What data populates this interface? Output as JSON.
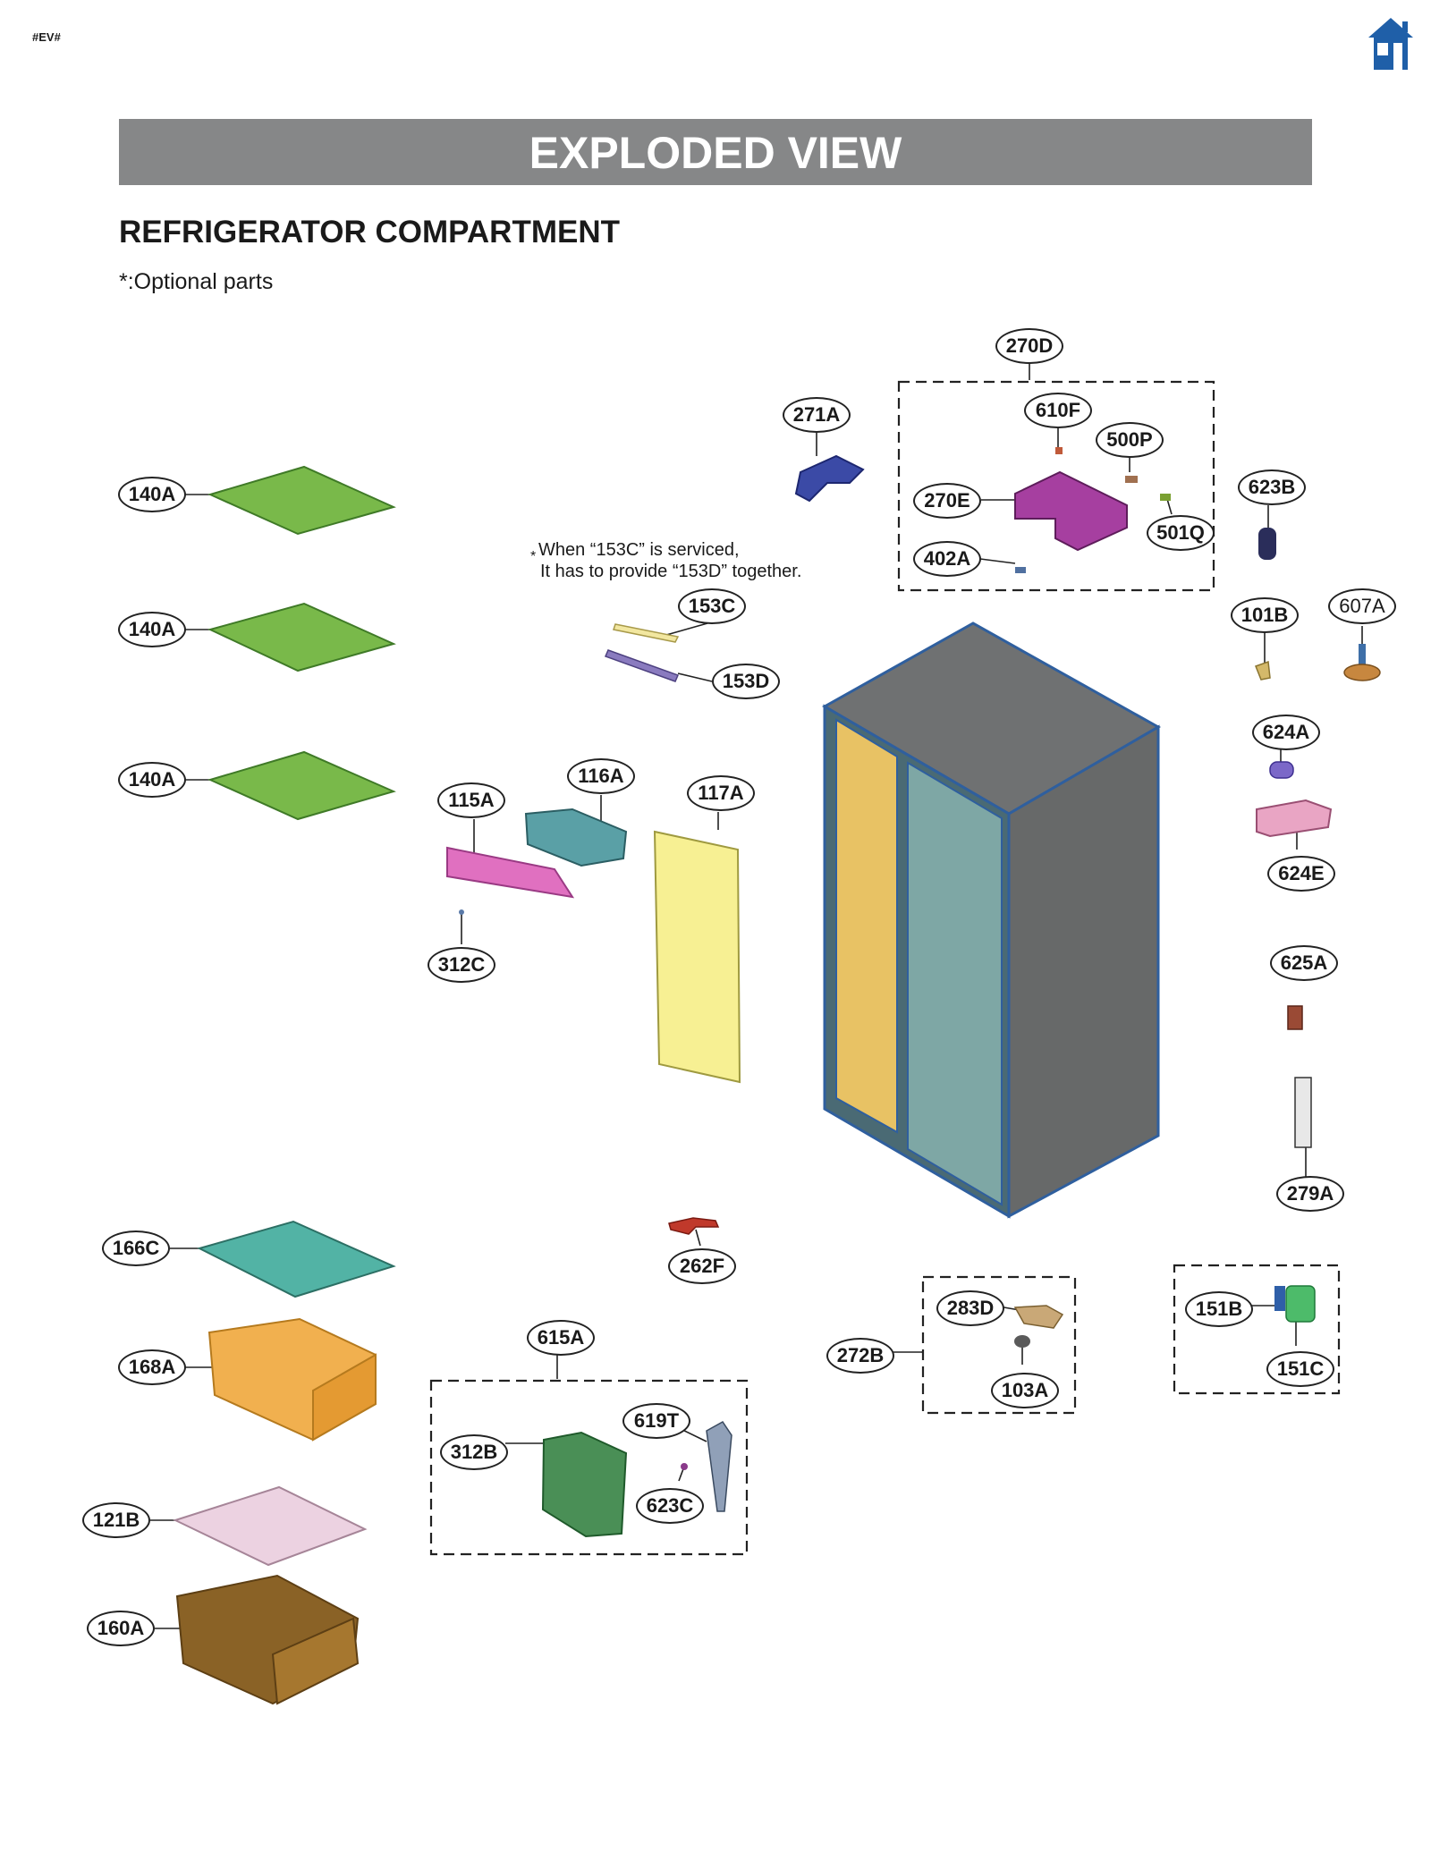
{
  "page_tag": "#EV#",
  "home_icon": "house-icon",
  "title": "EXPLODED VIEW",
  "subtitle": "REFRIGERATOR COMPARTMENT",
  "optional_note": "*:Optional parts",
  "service_note": {
    "asterisk": "*",
    "line1": "When “153C” is serviced,",
    "line2": "It has to provide “153D” together."
  },
  "colors": {
    "banner": "#868788",
    "shelf": "#79b94a",
    "cover": "#52b3a5",
    "drawer": "#f1b04f",
    "drawer_lid": "#ecd2e1",
    "crisper": "#8a6226",
    "cabinet": "#6f7172",
    "liner": "#e8c264",
    "panel": "#f7f093",
    "module": "#a63fa0",
    "board": "#4a8f56"
  },
  "labels": {
    "l140a1": "140A",
    "l140a2": "140A",
    "l140a3": "140A",
    "l166c": "166C",
    "l168a": "168A",
    "l121b": "121B",
    "l160a": "160A",
    "l271a": "271A",
    "l270d": "270D",
    "l610f": "610F",
    "l500p": "500P",
    "l270e": "270E",
    "l501q": "501Q",
    "l402a": "402A",
    "l623b": "623B",
    "l101b": "101B",
    "l607a": "607A",
    "l153c": "153C",
    "l153d": "153D",
    "l115a": "115A",
    "l116a": "116A",
    "l117a": "117A",
    "l312c": "312C",
    "l624a": "624A",
    "l624e": "624E",
    "l625a": "625A",
    "l279a": "279A",
    "l262f": "262F",
    "l615a": "615A",
    "l619t": "619T",
    "l312b": "312B",
    "l623c": "623C",
    "l272b": "272B",
    "l283d": "283D",
    "l103a": "103A",
    "l151b": "151B",
    "l151c": "151C"
  }
}
